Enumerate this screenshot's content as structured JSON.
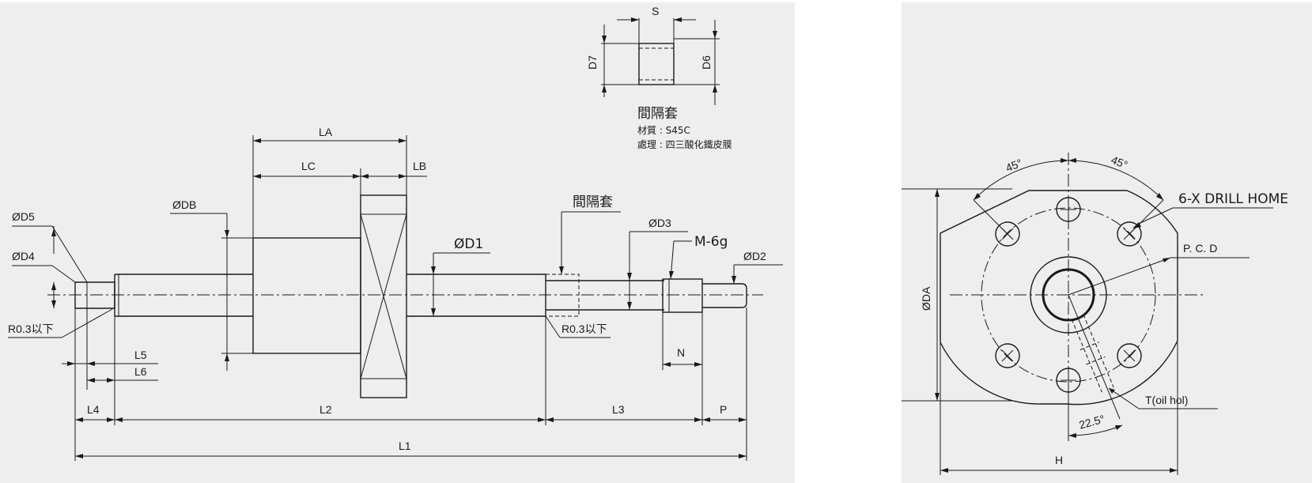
{
  "left_view": {
    "dims": {
      "S": "S",
      "D7": "D7",
      "D6": "D6",
      "LA": "LA",
      "LC": "LC",
      "LB": "LB",
      "DB": "ØDB",
      "D5": "ØD5",
      "D4": "ØD4",
      "D1": "ØD1",
      "D3": "ØD3",
      "D2": "ØD2",
      "M": "M-6g",
      "N": "N",
      "R1": "R0.3以下",
      "R2": "R0.3以下",
      "L5": "L5",
      "L6": "L6",
      "L4": "L4",
      "L2": "L2",
      "L3": "L3",
      "P": "P",
      "L1": "L1"
    },
    "spacer_callout": "間隔套",
    "spacer_note": {
      "title": "間隔套",
      "material": "材質 : S45C",
      "treatment": "處理 : 四三酸化鐵皮膜"
    }
  },
  "right_view": {
    "angle_left": "45°",
    "angle_right": "45°",
    "drill": "6-X DRILL HOME",
    "pcd": "P. C. D",
    "da": "ØDA",
    "oil_hole": "T(oil hol)",
    "angle_oil": "22.5°",
    "h": "H"
  }
}
